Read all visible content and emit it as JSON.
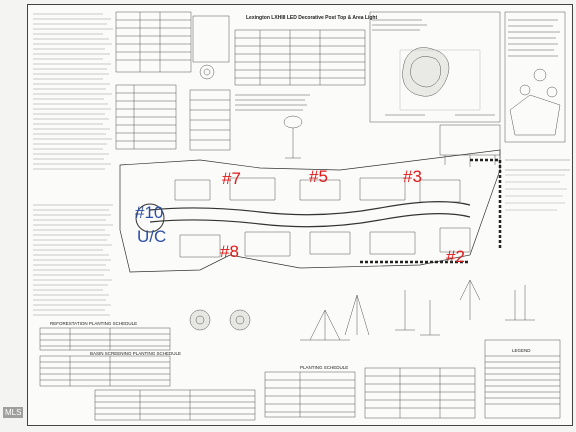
{
  "sheet": {
    "plat_title": "Lexington LXHI8 LED Decorative Post Top & Area Light",
    "lot_labels": {
      "lot7": "#7",
      "lot5": "#5",
      "lot3": "#3",
      "lot10": "#10",
      "uc": "U/C",
      "lot8": "#8",
      "lot2": "#2"
    },
    "headings": {
      "planting_schedule": "PLANTING SCHEDULE",
      "legend": "LEGEND",
      "reforestation": "REFORESTATION PLANTING SCHEDULE",
      "basin": "BASIN SCREENING PLANTING SCHEDULE"
    },
    "watermark": "MLS"
  }
}
